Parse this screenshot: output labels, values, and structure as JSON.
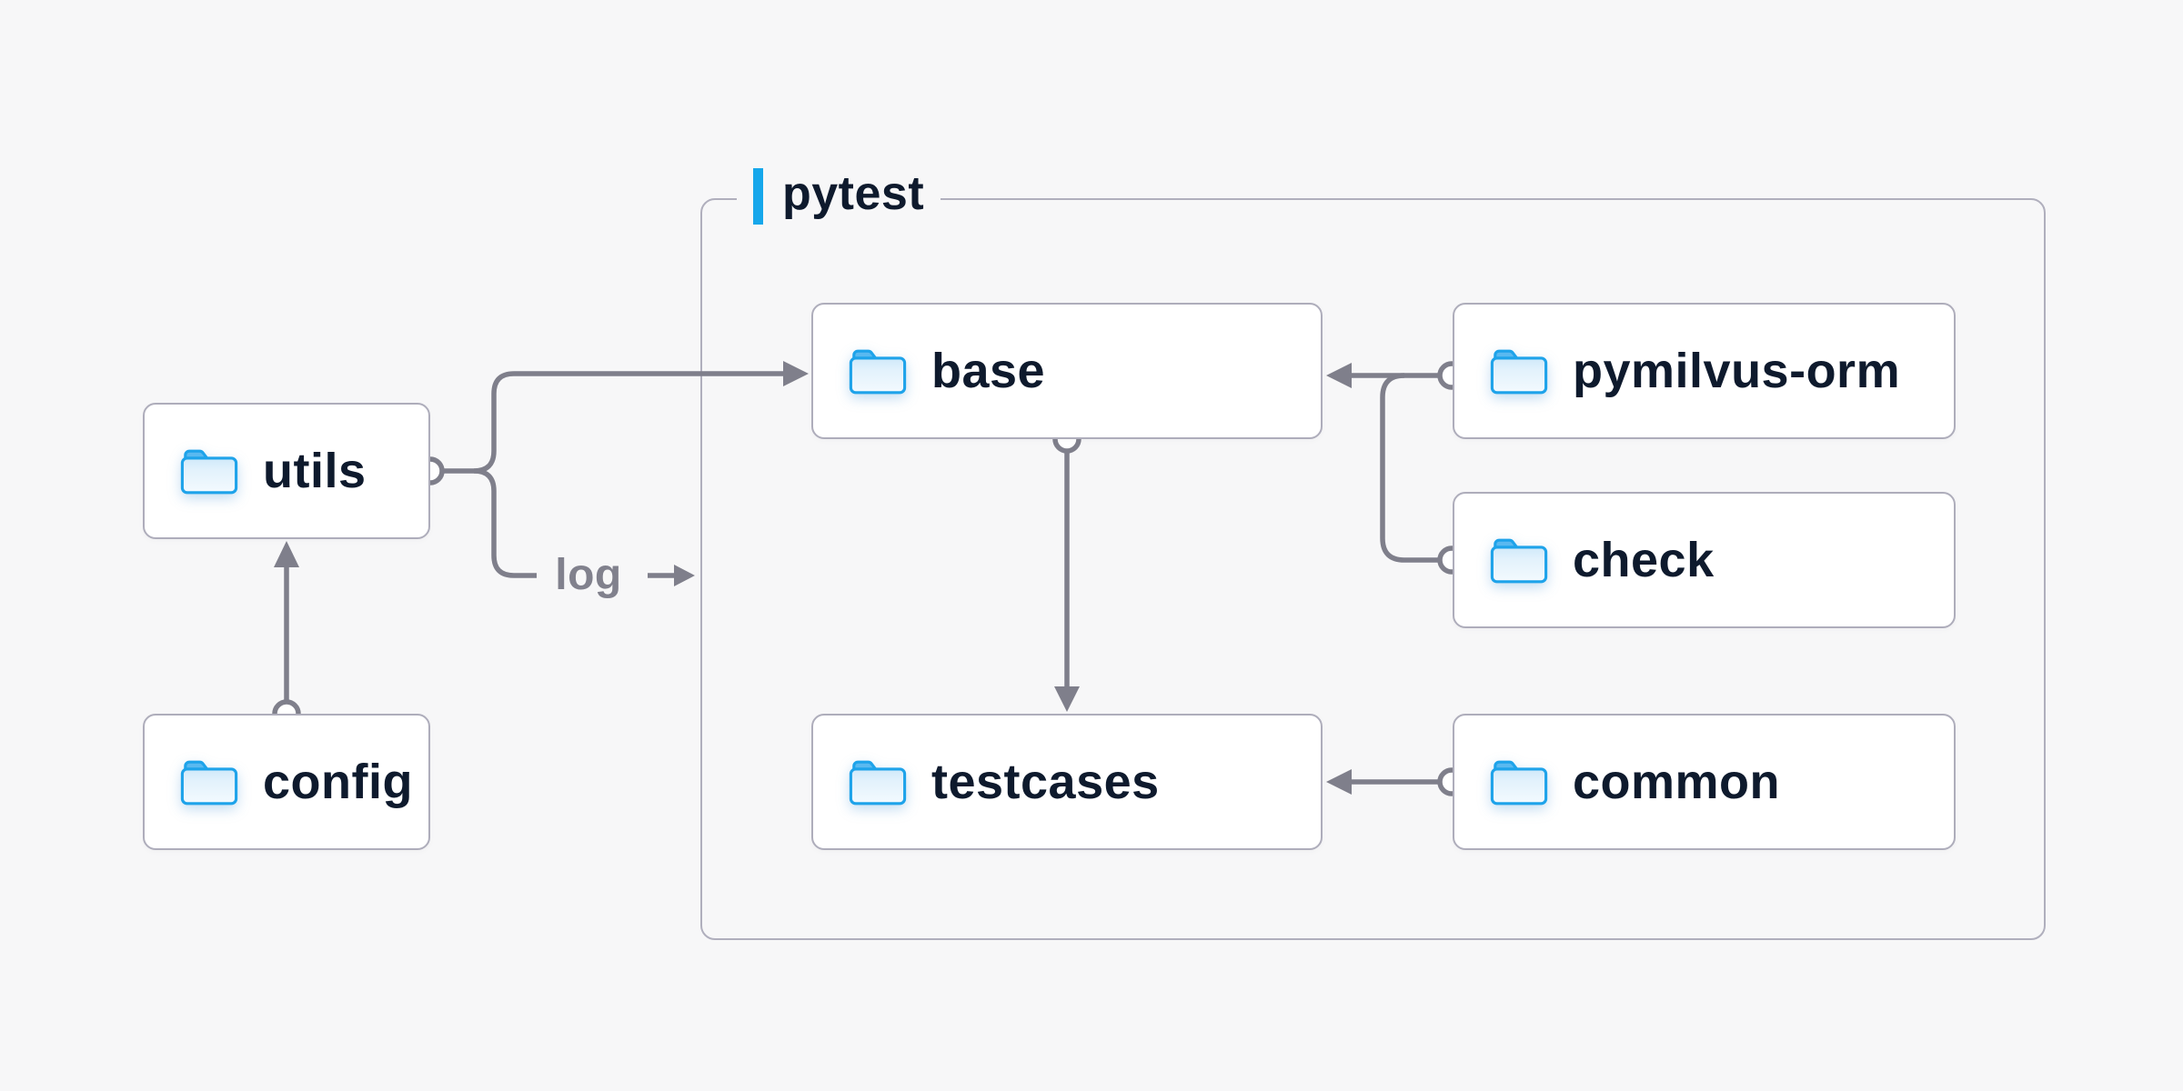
{
  "diagram": {
    "group_label": "pytest",
    "edge_label": "log",
    "nodes": {
      "utils": "utils",
      "config": "config",
      "base": "base",
      "testcases": "testcases",
      "pymilvus_orm": "pymilvus-orm",
      "check": "check",
      "common": "common"
    },
    "edges": [
      {
        "from": "config",
        "to": "utils"
      },
      {
        "from": "utils",
        "to": "base"
      },
      {
        "from": "utils",
        "to": "pytest",
        "label": "log"
      },
      {
        "from": "pymilvus-orm",
        "to": "base"
      },
      {
        "from": "check",
        "to": "base"
      },
      {
        "from": "base",
        "to": "testcases"
      },
      {
        "from": "common",
        "to": "testcases"
      }
    ],
    "colors": {
      "background": "#f7f7f8",
      "node_background": "#ffffff",
      "node_border": "#aeadbb",
      "group_border": "#b0afbd",
      "node_text": "#0e1a2d",
      "connector": "#7f7f8b",
      "edge_label_text": "#81818d",
      "accent_blue": "#16a7eb",
      "folder_stroke": "#1ea3ea",
      "folder_tab": "#5ab9f0",
      "folder_fill_top": "#d5ecfa",
      "folder_fill_bottom": "#f0f8fd"
    }
  }
}
